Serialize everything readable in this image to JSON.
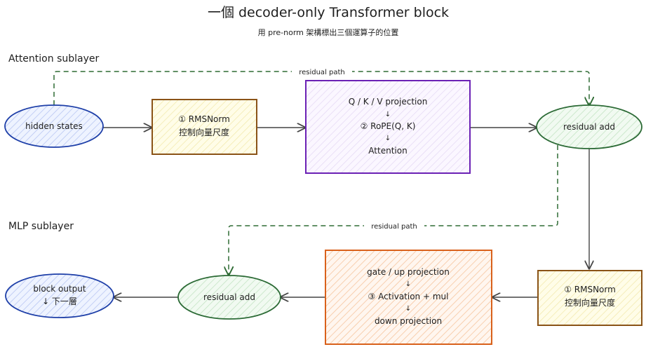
{
  "title": "一個 decoder-only Transformer block",
  "subtitle": "用 pre-norm 架構標出三個運算子的位置",
  "sections": {
    "attention": "Attention sublayer",
    "mlp": "MLP sublayer"
  },
  "nodes": {
    "hidden_states": "hidden states",
    "rmsnorm_1": {
      "line1": "① RMSNorm",
      "line2": "控制向量尺度"
    },
    "attention_block": {
      "line1": "Q / K / V projection",
      "arrow1": "↓",
      "line2": "② RoPE(Q, K)",
      "arrow2": "↓",
      "line3": "Attention"
    },
    "residual_add_1": "residual add",
    "rmsnorm_2": {
      "line1": "① RMSNorm",
      "line2": "控制向量尺度"
    },
    "mlp_block": {
      "line1": "gate / up projection",
      "arrow1": "↓",
      "line2": "③ Activation + mul",
      "arrow2": "↓",
      "line3": "down projection"
    },
    "residual_add_2": "residual add",
    "block_output": {
      "line1": "block output",
      "line2": "↓ 下一層"
    }
  },
  "edge_labels": {
    "residual_top": "residual path",
    "residual_bottom": "residual path"
  },
  "colors": {
    "ellipse_blue": "#1e3fa8",
    "ellipse_green": "#2b6a35",
    "norm_border": "#8a5317",
    "attention_border": "#6b21b5",
    "mlp_border": "#d9611b",
    "dashed_path": "#2f6b34"
  }
}
